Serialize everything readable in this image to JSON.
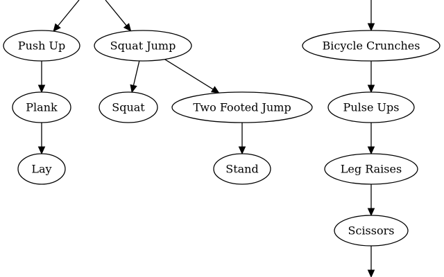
{
  "diagram": {
    "nodes": [
      {
        "id": "push_up",
        "label": "Push Up"
      },
      {
        "id": "squat_jump",
        "label": "Squat Jump"
      },
      {
        "id": "bicycle_crunches",
        "label": "Bicycle Crunches"
      },
      {
        "id": "plank",
        "label": "Plank"
      },
      {
        "id": "squat",
        "label": "Squat"
      },
      {
        "id": "two_footed_jump",
        "label": "Two Footed Jump"
      },
      {
        "id": "pulse_ups",
        "label": "Pulse Ups"
      },
      {
        "id": "lay",
        "label": "Lay"
      },
      {
        "id": "stand",
        "label": "Stand"
      },
      {
        "id": "leg_raises",
        "label": "Leg Raises"
      },
      {
        "id": "scissors",
        "label": "Scissors"
      }
    ],
    "edges": [
      {
        "from": "offscreen_a",
        "to": "push_up"
      },
      {
        "from": "offscreen_a",
        "to": "squat_jump"
      },
      {
        "from": "offscreen_b",
        "to": "bicycle_crunches"
      },
      {
        "from": "push_up",
        "to": "plank"
      },
      {
        "from": "plank",
        "to": "lay"
      },
      {
        "from": "squat_jump",
        "to": "squat"
      },
      {
        "from": "squat_jump",
        "to": "two_footed_jump"
      },
      {
        "from": "two_footed_jump",
        "to": "stand"
      },
      {
        "from": "bicycle_crunches",
        "to": "pulse_ups"
      },
      {
        "from": "pulse_ups",
        "to": "leg_raises"
      },
      {
        "from": "leg_raises",
        "to": "scissors"
      },
      {
        "from": "scissors",
        "to": "offscreen_c"
      }
    ]
  }
}
